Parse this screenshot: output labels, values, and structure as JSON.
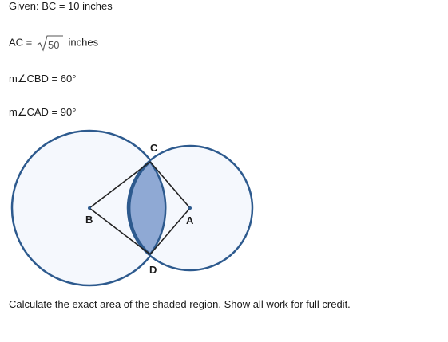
{
  "given": {
    "prefix": "Given: ",
    "bc": "BC = 10 inches"
  },
  "ac": {
    "lhs": "AC = ",
    "radicand": "50",
    "unit": " inches"
  },
  "angle_cbd": "m∠CBD = 60°",
  "angle_cad": "m∠CAD = 90°",
  "figure": {
    "labels": {
      "C": "C",
      "D": "D",
      "B": "B",
      "A": "A"
    },
    "colors": {
      "circle_stroke": "#2d5a8e",
      "circle_fill": "#f5f8fd",
      "shaded_fill": "#8fa9d4",
      "segment_stroke": "#222222"
    }
  },
  "question": "Calculate the exact area of the shaded region. Show all work for full credit."
}
